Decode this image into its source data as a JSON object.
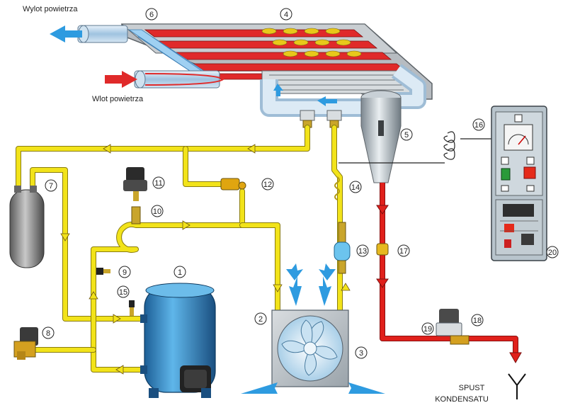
{
  "labels": {
    "air_outlet": "Wylot powietrza",
    "air_inlet": "Wlot powietrza",
    "condensate_drain_line1": "SPUST",
    "condensate_drain_line2": "KONDENSATU"
  },
  "callouts": [
    "1",
    "2",
    "3",
    "4",
    "5",
    "6",
    "7",
    "8",
    "9",
    "10",
    "11",
    "12",
    "13",
    "14",
    "15",
    "16",
    "17",
    "18",
    "19",
    "20"
  ],
  "colors": {
    "refrigerant_pipe": "#f2e31a",
    "condensate_pipe": "#e0201b",
    "compressor": "#2f8fd0",
    "receiver_tank": "#8c8c8c",
    "control_panel": "#b8c4cc",
    "airflow_arrow": "#2e9be0",
    "hot_air": "#e02a2a"
  },
  "icons": {
    "fan": "fan-icon",
    "gauge": "gauge-icon",
    "drain": "drain-y-icon",
    "arrow": "arrow-icon"
  }
}
